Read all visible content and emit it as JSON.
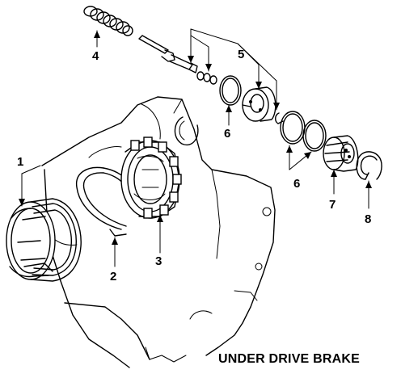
{
  "caption": "UNDER DRIVE BRAKE",
  "callouts": {
    "c1": "1",
    "c2": "2",
    "c3": "3",
    "c4": "4",
    "c5": "5",
    "c6a": "6",
    "c6b": "6",
    "c7": "7",
    "c8": "8"
  }
}
